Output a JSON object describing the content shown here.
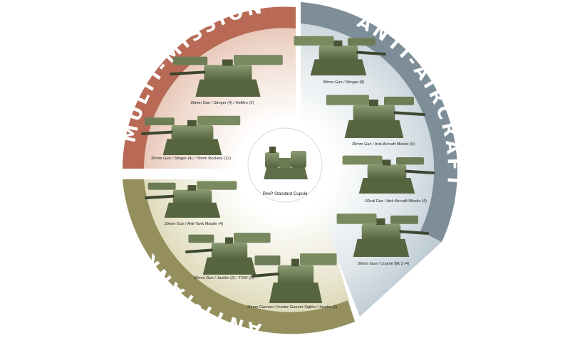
{
  "sections": {
    "multi_mission": {
      "label": "MULTI-MISSION",
      "color": "#b86a56",
      "light": "#f1ddd2"
    },
    "anti_aircraft": {
      "label": "ANTI-AIRCRAFT",
      "color": "#7d8e99",
      "light": "#dfe6ea"
    },
    "anti_tank": {
      "label": "ANTI-TANK",
      "color": "#948f5c",
      "light": "#e9e6cf"
    }
  },
  "center": {
    "label": "RIwP Standard Cupola"
  },
  "captions": {
    "mm1": "30mm Gun / Stinger (4) / Hellfire (2)",
    "mm2": "30mm Gun / Stinger (4) / 70mm Rockets (12)",
    "aa1": "30mm Gun / Stinger (8)",
    "aa2": "30mm Gun / Anti-Aircraft Missile (6)",
    "aa3": ".50cal Gun / Anti-Aircraft Missile (4)",
    "aa4": "30mm Gun / Coyote Blk 2 (4)",
    "at1": "30mm Gun / Anti-Tank Missile (4)",
    "at2": "30mm Gun / Javelin (2) / TOW (2)",
    "at3": "30mm Cannon / Hunter-Gunner Sights / Javelin (2)"
  }
}
